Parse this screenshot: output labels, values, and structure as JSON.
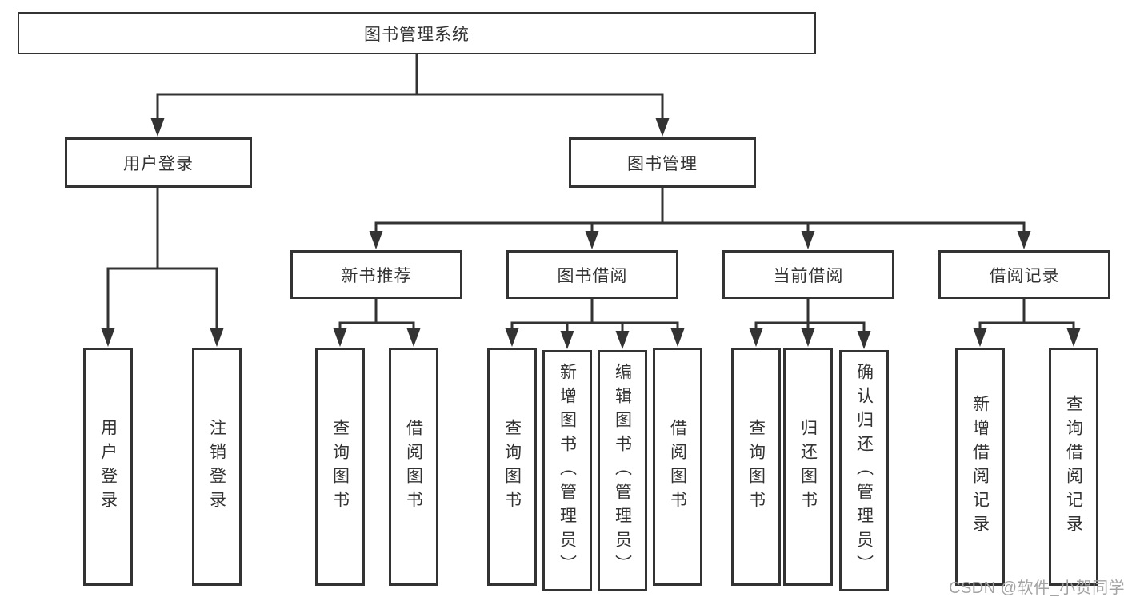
{
  "diagram": {
    "root": {
      "label": "图书管理系统"
    },
    "level2": [
      {
        "label": "用户登录"
      },
      {
        "label": "图书管理"
      }
    ],
    "level3": [
      {
        "label": "新书推荐",
        "parent": "图书管理"
      },
      {
        "label": "图书借阅",
        "parent": "图书管理"
      },
      {
        "label": "当前借阅",
        "parent": "图书管理"
      },
      {
        "label": "借阅记录",
        "parent": "图书管理"
      }
    ],
    "leaves": [
      {
        "label": "用户登录",
        "parent": "用户登录"
      },
      {
        "label": "注销登录",
        "parent": "用户登录"
      },
      {
        "label": "查询图书",
        "parent": "新书推荐"
      },
      {
        "label": "借阅图书",
        "parent": "新书推荐"
      },
      {
        "label": "查询图书",
        "parent": "图书借阅"
      },
      {
        "label": "新增图书（管理员）",
        "parent": "图书借阅"
      },
      {
        "label": "编辑图书（管理员）",
        "parent": "图书借阅"
      },
      {
        "label": "借阅图书",
        "parent": "图书借阅"
      },
      {
        "label": "查询图书",
        "parent": "当前借阅"
      },
      {
        "label": "归还图书",
        "parent": "当前借阅"
      },
      {
        "label": "确认归还（管理员）",
        "parent": "当前借阅"
      },
      {
        "label": "新增借阅记录",
        "parent": "借阅记录"
      },
      {
        "label": "查询借阅记录",
        "parent": "借阅记录"
      }
    ],
    "colors": {
      "line": "#333333",
      "text": "#333333",
      "box_fill": "#ffffff",
      "background": "#ffffff",
      "watermark": "#a3a3a3"
    }
  },
  "watermark": {
    "text": "CSDN @软件_小贺同学"
  }
}
